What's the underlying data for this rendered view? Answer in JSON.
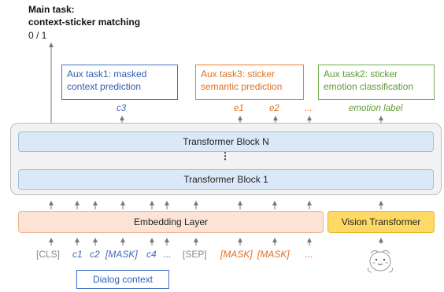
{
  "main_task": {
    "title_line1": "Main task:",
    "title_line2": "context-sticker matching",
    "score": "0 / 1"
  },
  "aux_tasks": [
    {
      "line1": "Aux task1: masked",
      "line2": "context  prediction",
      "color": "#4472c4"
    },
    {
      "line1": "Aux task3: sticker",
      "line2": "semantic prediction",
      "color": "#ed7d31"
    },
    {
      "line1": "Aux task2: sticker",
      "line2": "emotion classification",
      "color": "#70ad47"
    }
  ],
  "outputs": {
    "c3": "c3",
    "e1": "e1",
    "e2": "e2",
    "ellipsis": "...",
    "emotion_label": "emotion label"
  },
  "transformer": {
    "block_top": "Transformer Block N",
    "dots": "⋮",
    "block_bottom": "Transformer Block 1"
  },
  "embedding_layer": "Embedding Layer",
  "vision_transformer": "Vision Transformer",
  "input_tokens": {
    "cls": "[CLS]",
    "c1": "c1",
    "c2": "c2",
    "mask1": "[MASK]",
    "c4": "c4",
    "ellipsis1": "...",
    "sep": "[SEP]",
    "mask2": "[MASK]",
    "mask3": "[MASK]",
    "ellipsis2": "..."
  },
  "dialog_context": "Dialog context",
  "colors": {
    "blue": "#4472c4",
    "orange": "#ed7d31",
    "green": "#70ad47",
    "transformer_fill": "#dae8f8",
    "embedding_fill": "#fbe4d6",
    "vision_fill": "#ffd966"
  },
  "icons": {
    "sticker": "sticker-icon"
  }
}
